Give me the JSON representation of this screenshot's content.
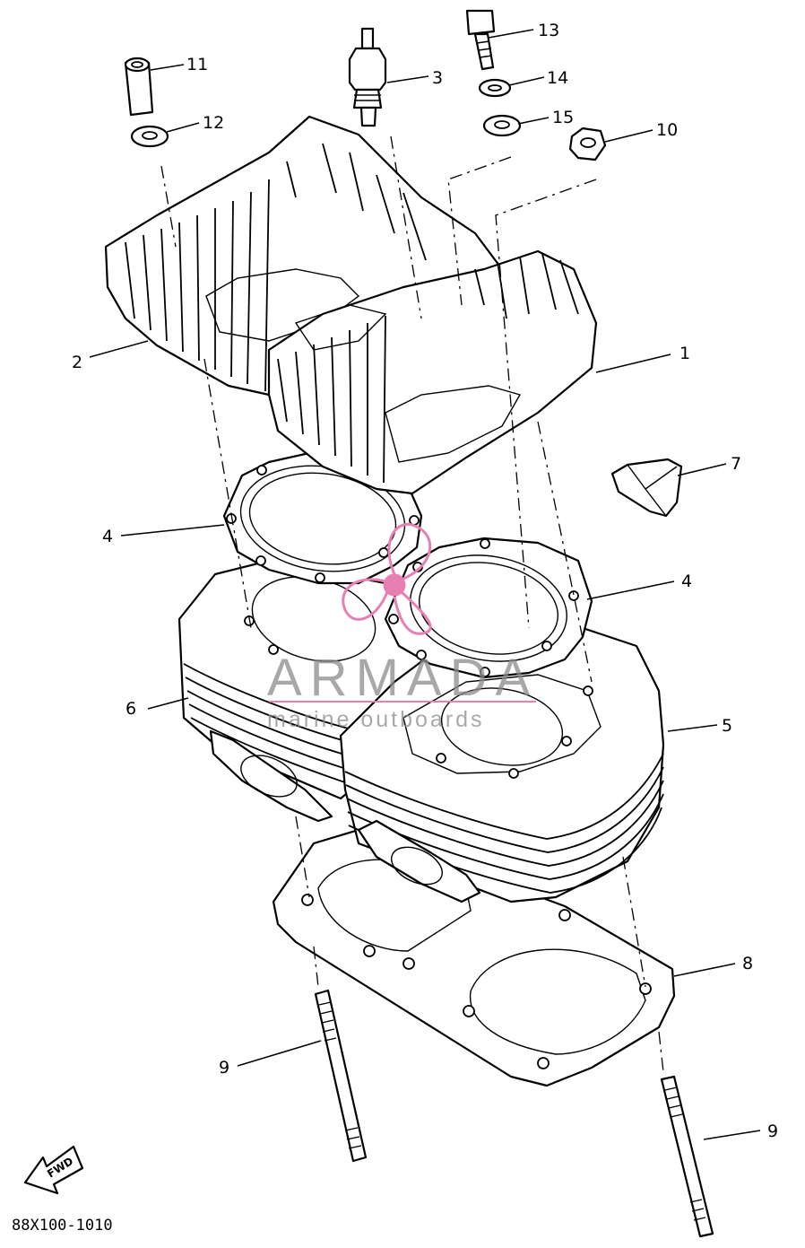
{
  "callouts": [
    {
      "id": "1",
      "label": "1"
    },
    {
      "id": "2",
      "label": "2"
    },
    {
      "id": "3",
      "label": "3"
    },
    {
      "id": "4a",
      "label": "4"
    },
    {
      "id": "4b",
      "label": "4"
    },
    {
      "id": "5",
      "label": "5"
    },
    {
      "id": "6",
      "label": "6"
    },
    {
      "id": "7",
      "label": "7"
    },
    {
      "id": "8",
      "label": "8"
    },
    {
      "id": "9a",
      "label": "9"
    },
    {
      "id": "9b",
      "label": "9"
    },
    {
      "id": "10",
      "label": "10"
    },
    {
      "id": "11",
      "label": "11"
    },
    {
      "id": "12",
      "label": "12"
    },
    {
      "id": "13",
      "label": "13"
    },
    {
      "id": "14",
      "label": "14"
    },
    {
      "id": "15",
      "label": "15"
    }
  ],
  "watermark": {
    "title": "ARMADA",
    "subtitle": "marine outboards",
    "logo_color": "#e77fb3",
    "text_color": "#8c8c8c"
  },
  "fwd_label": "FWD",
  "diagram_code": "88X100-1010",
  "icons": {
    "forward_arrow": "fwd-arrow-icon",
    "logo": "armada-propeller-logo"
  }
}
